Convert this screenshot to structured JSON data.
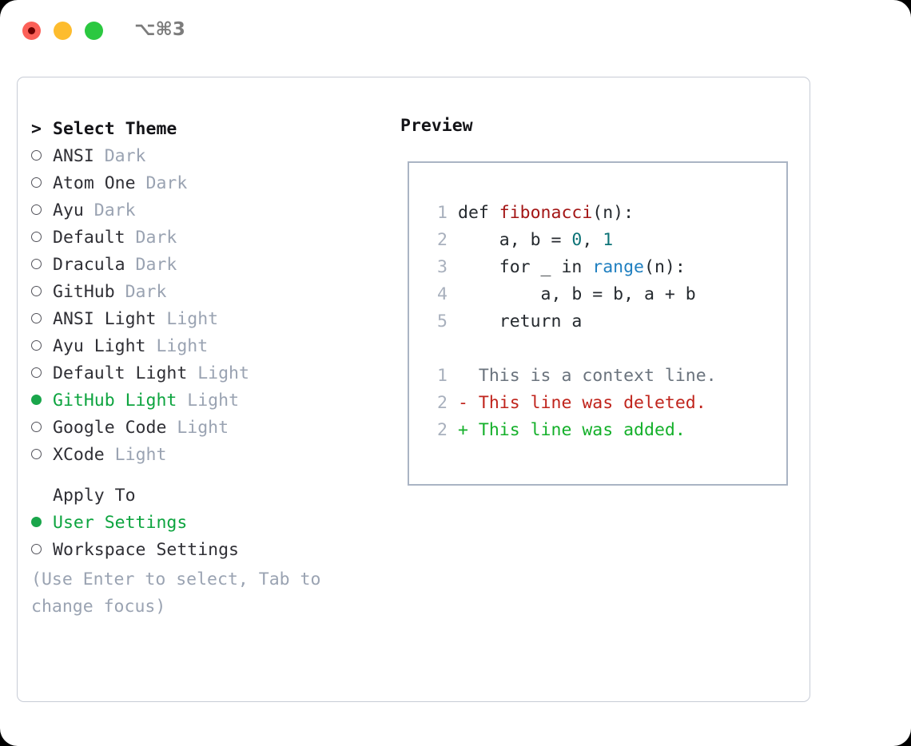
{
  "titlebar": {
    "shortcut": "⌥⌘3",
    "traffic_lights": [
      "close-red",
      "minimize-amber",
      "maximize-green"
    ],
    "colors": {
      "red": "#fc6058",
      "red_inner": "#6e0000",
      "amber": "#fdbc2e",
      "green": "#2bc840"
    }
  },
  "theme_picker": {
    "header": {
      "prefix": ">",
      "label": "Select Theme"
    },
    "items": [
      {
        "marker": "ring",
        "name": "ANSI",
        "suffix": "Dark",
        "selected": false
      },
      {
        "marker": "ring",
        "name": "Atom One",
        "suffix": "Dark",
        "selected": false
      },
      {
        "marker": "ring",
        "name": "Ayu",
        "suffix": "Dark",
        "selected": false
      },
      {
        "marker": "ring",
        "name": "Default",
        "suffix": "Dark",
        "selected": false
      },
      {
        "marker": "ring",
        "name": "Dracula",
        "suffix": "Dark",
        "selected": false
      },
      {
        "marker": "ring",
        "name": "GitHub",
        "suffix": "Dark",
        "selected": false
      },
      {
        "marker": "ring",
        "name": "ANSI Light",
        "suffix": "Light",
        "selected": false
      },
      {
        "marker": "ring",
        "name": "Ayu Light",
        "suffix": "Light",
        "selected": false
      },
      {
        "marker": "ring",
        "name": "Default Light",
        "suffix": "Light",
        "selected": false
      },
      {
        "marker": "dot",
        "name": "GitHub Light",
        "suffix": "Light",
        "selected": true
      },
      {
        "marker": "ring",
        "name": "Google Code",
        "suffix": "Light",
        "selected": false
      },
      {
        "marker": "ring",
        "name": "XCode",
        "suffix": "Light",
        "selected": false
      }
    ]
  },
  "apply_to": {
    "header": "Apply To",
    "options": [
      {
        "marker": "dot",
        "label": "User Settings",
        "selected": true
      },
      {
        "marker": "ring",
        "label": "Workspace Settings",
        "selected": false
      }
    ]
  },
  "hint": "(Use Enter to select, Tab to change focus)",
  "preview": {
    "title": "Preview",
    "code_lines": [
      {
        "no": "1",
        "tokens": [
          {
            "t": "def ",
            "c": "plain"
          },
          {
            "t": "fibonacci",
            "c": "fn"
          },
          {
            "t": "(n):",
            "c": "plain"
          }
        ]
      },
      {
        "no": "2",
        "tokens": [
          {
            "t": "    a, b = ",
            "c": "plain"
          },
          {
            "t": "0",
            "c": "num"
          },
          {
            "t": ", ",
            "c": "plain"
          },
          {
            "t": "1",
            "c": "num"
          }
        ]
      },
      {
        "no": "3",
        "tokens": [
          {
            "t": "    for _ in ",
            "c": "plain"
          },
          {
            "t": "range",
            "c": "call"
          },
          {
            "t": "(n):",
            "c": "plain"
          }
        ]
      },
      {
        "no": "4",
        "tokens": [
          {
            "t": "        a, b = b, a + b",
            "c": "plain"
          }
        ]
      },
      {
        "no": "5",
        "tokens": [
          {
            "t": "    return a",
            "c": "plain"
          }
        ]
      }
    ],
    "diff_lines": [
      {
        "no": "1",
        "sign": " ",
        "text": " This is a context line.",
        "c": "ctx"
      },
      {
        "no": "2",
        "sign": "-",
        "text": " This line was deleted.",
        "c": "del"
      },
      {
        "no": "2",
        "sign": "+",
        "text": " This line was added.",
        "c": "add"
      }
    ],
    "colors": {
      "function": "#a31515",
      "number": "#0d7377",
      "call": "#1f7fc0",
      "context": "#6a737d",
      "deleted": "#c0241c",
      "added": "#14b02a",
      "line_number": "#a8b0bd",
      "border": "#aab4c4"
    }
  },
  "accent": {
    "selected_green": "#1aa64b",
    "selected_text_green": "#0da43f",
    "muted_gray": "#9aa3b2"
  }
}
